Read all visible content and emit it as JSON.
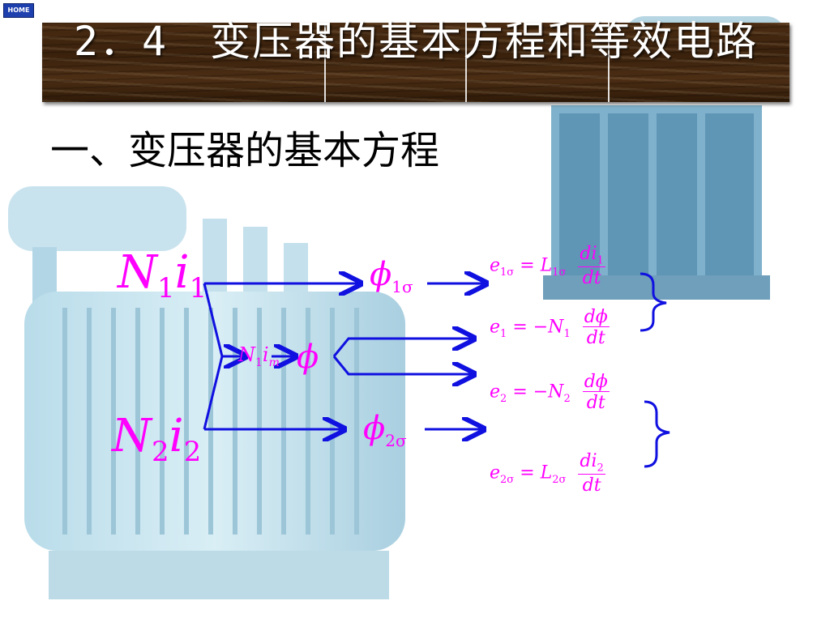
{
  "home_button": {
    "label": "HOME"
  },
  "title": {
    "text": "2．4　变压器的基本方程和等效电路"
  },
  "section": {
    "heading": "一、变压器的基本方程"
  },
  "diagram": {
    "mmf1": {
      "base": "N",
      "sub": "1",
      "base2": "i",
      "sub2": "1"
    },
    "mmf2": {
      "base": "N",
      "sub": "2",
      "base2": "i",
      "sub2": "2"
    },
    "magnetizing": {
      "base": "N",
      "sub": "1",
      "base2": "i",
      "sub2": "m"
    },
    "main_flux": "ϕ",
    "leak_flux1": {
      "base": "ϕ",
      "sub": "1σ"
    },
    "leak_flux2": {
      "base": "ϕ",
      "sub": "2σ"
    },
    "equations": [
      {
        "lhs": "e",
        "lhs_sub": "1σ",
        "rhs": "= L",
        "rhs_sub": "1σ",
        "num": "di",
        "num_sub": "1",
        "den": "dt"
      },
      {
        "lhs": "e",
        "lhs_sub": "1",
        "rhs": "= −N",
        "rhs_sub": "1",
        "num": "dϕ",
        "num_sub": "",
        "den": "dt"
      },
      {
        "lhs": "e",
        "lhs_sub": "2",
        "rhs": "= −N",
        "rhs_sub": "2",
        "num": "dϕ",
        "num_sub": "",
        "den": "dt"
      },
      {
        "lhs": "e",
        "lhs_sub": "2σ",
        "rhs": "= L",
        "rhs_sub": "2σ",
        "num": "di",
        "num_sub": "2",
        "den": "dt"
      }
    ]
  },
  "colors": {
    "formula": "#ff00ff",
    "arrows": "#1010e0",
    "banner": "#3a210c"
  }
}
